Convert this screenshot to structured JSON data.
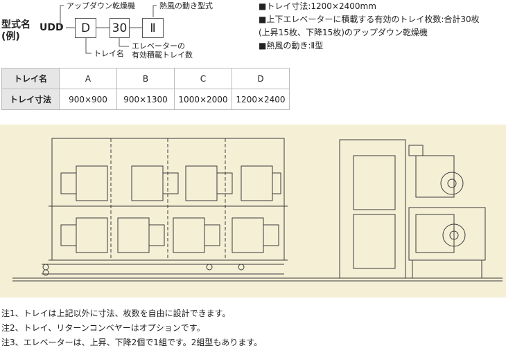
{
  "model": {
    "label_line1": "型式名",
    "label_line2": "(例)",
    "prefix": "UDD",
    "box_tray": "D",
    "box_count": "30",
    "box_flow": "Ⅱ",
    "anno_updown": "アップダウン乾燥機",
    "anno_flow": "熱風の動き型式",
    "anno_tray": "トレイ名",
    "anno_elevator_1": "エレベーターの",
    "anno_elevator_2": "有効積載トレイ数"
  },
  "specs": [
    "■トレイ寸法:1200×2400mm",
    "■上下エレベーターに積載する有効のトレイ枚数:合計30枚",
    "(上昇15枚、下降15枚)のアップダウン乾燥機",
    "■熱風の動き:Ⅱ型"
  ],
  "table": {
    "row_header_1": "トレイ名",
    "row_header_2": "トレイ寸法",
    "names": [
      "A",
      "B",
      "C",
      "D"
    ],
    "sizes": [
      "900×900",
      "900×1300",
      "1000×2000",
      "1200×2400"
    ]
  },
  "notes": [
    "注1、トレイは上記以外に寸法、枚数を自由に設計できます。",
    "注2、トレイ、リターンコンベヤーはオプションです。",
    "注3、エレベーターは、上昇、下降2個で1組です。2組型もあります。"
  ]
}
